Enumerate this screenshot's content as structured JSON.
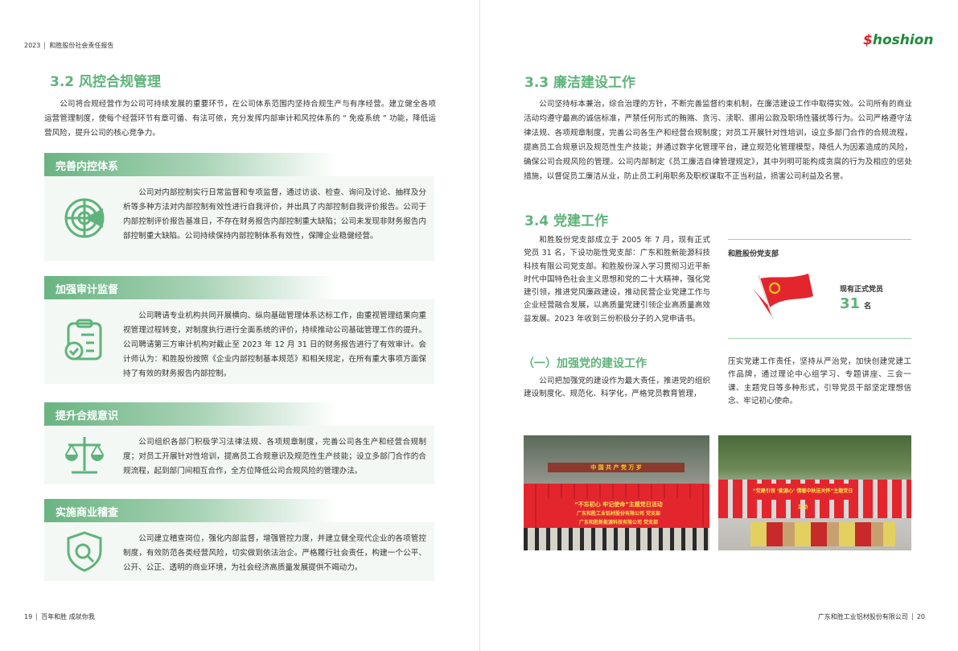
{
  "left_page": {
    "running_header": {
      "year": "2023",
      "title": "和胜股份社会责任报告"
    },
    "section_title": "3.2 风控合规管理",
    "intro": "公司将合规经营作为公司可持续发展的重要环节，在公司体系范围内坚持合规生产与有序经营。建立健全各项运营管理制度，使每个经营环节有章可循、有法可依，充分发挥内部审计和风控体系的 “ 免疫系统 ” 功能，降低运营风险，提升公司的核心竞争力。",
    "cards": [
      {
        "title": "完善内控体系",
        "icon": "radar-target-icon",
        "text": "公司对内部控制实行日常监督和专项监督，通过访谈、检查、询问及讨论、抽样及分析等多种方法对内部控制有效性进行自我评价，并出具了内部控制自我评价报告。公司于内部控制评价报告基准日，不存在财务报告内部控制重大缺陷；公司未发现非财务报告内部控制重大缺陷。公司持续保持内部控制体系有效性，保障企业稳健经营。"
      },
      {
        "title": "加强审计监督",
        "icon": "clipboard-check-icon",
        "text": "公司聘请专业机构共同开展横向、纵向基础管理体系达标工作，由重视管理结果向重视管理过程转变，对制度执行进行全面系统的评价，持续推动公司基础管理工作的提升。公司聘请第三方审计机构对截止至 2023 年 12 月 31 日的财务报告进行了有效审计。会计师认为：和胜股份按照《企业内部控制基本规范》和相关规定，在所有重大事项方面保持了有效的财务报告内部控制。"
      },
      {
        "title": "提升合规意识",
        "icon": "scales-icon",
        "text": "公司组织各部门积极学习法律法规、各项规章制度，完善公司各生产和经营合规制度；对员工开展针对性培训，提高员工合规意识及规范性生产技能；设立多部门合作的合规流程，起到部门间相互合作，全方位降低公司合规风险的管理办法。"
      },
      {
        "title": "实施商业稽查",
        "icon": "shield-search-icon",
        "text": "公司建立稽查岗位，强化内部监督，增强管控力度，并建立健全现代企业的各项管控制度，有效防范各类经营风险，切实做到依法治企。严格履行社会责任，构建一个公平、公开、公正、透明的商业环境，为社会经济高质量发展提供不竭动力。"
      }
    ],
    "footer": {
      "page": "19",
      "slogan": "百年和胜 成就你我"
    }
  },
  "right_page": {
    "logo": {
      "mark": "$",
      "text": "hoshion"
    },
    "section_33": {
      "title": "3.3 廉洁建设工作",
      "text": "公司坚持标本兼治，综合治理的方针，不断完善监督约束机制，在廉洁建设工作中取得实效。公司所有的商业活动均遵守最高的诚信标准，严禁任何形式的贿赂、贪污、渎职、挪用公款及职场性骚扰等行为。公司严格遵守法律法规、各项规章制度，完善公司各生产和经营合规制度；对员工开展针对性培训，设立多部门合作的合规流程，提高员工合规意识及规范性生产技能；并通过数字化管理平台，建立规范化管理模型，降低人为因素造成的风险，确保公司合规风险的管理。公司内部制定《员工廉洁自律管理规定》，其中列明可能构成贪腐的行为及相应的惩处措施，以督促员工廉洁从业，防止员工利用职务及职权谋取不正当利益，损害公司利益及名誉。"
    },
    "section_34": {
      "title": "3.4 党建工作",
      "text": "和胜股份党支部成立于 2005 年 7 月，现有正式党员 31 名，下设功能性党支部：广东和胜新能源科技科技有限公司党支部。和胜股份深入学习贯彻习近平新时代中国特色社会主义思想和党的二十大精神，强化党建引领，推进党风廉政建设，推动民营企业党建工作与企业经营融合发展，以高质量党建引领企业高质量高效益发展。2023 年收到三份积极分子的入党申请书。"
    },
    "stat_box": {
      "label": "和胜股份党支部",
      "stat_label": "现有正式党员",
      "value": "31",
      "unit": "名"
    },
    "subsection": {
      "title": "（一）加强党的建设工作",
      "text_left": "公司把加强党的建设作为最大责任，推进党的组织建设制度化、规范化、科学化，严格党员教育管理，",
      "text_right": "压实党建工作责任，坚持从严治党，加快创建党建工作品牌，通过理论中心组学习、专题讲座、三会一课、主题党日等多种形式，引导党员干部坚定理想信念、牢记初心使命。"
    },
    "photo1": {
      "arch": "中 国 共 产 党 万 岁",
      "banner_line1": "“不忘初心 牢记使命”主题党日活动",
      "banner_line2": "广东和胜工业铝材股份有限公司 党支部",
      "banner_line3": "广东和胜新能源科技有限公司 党支部"
    },
    "photo2": {
      "banner": "“党建引领 ‘能源心’ 情暖中秋送关怀”主题党日活动"
    },
    "footer": {
      "company": "广东和胜工业铝材股份有限公司",
      "page": "20"
    }
  },
  "colors": {
    "accent": "#5fb37a",
    "card_bg": "#f3f8f4",
    "party_red": "#e3262e"
  }
}
